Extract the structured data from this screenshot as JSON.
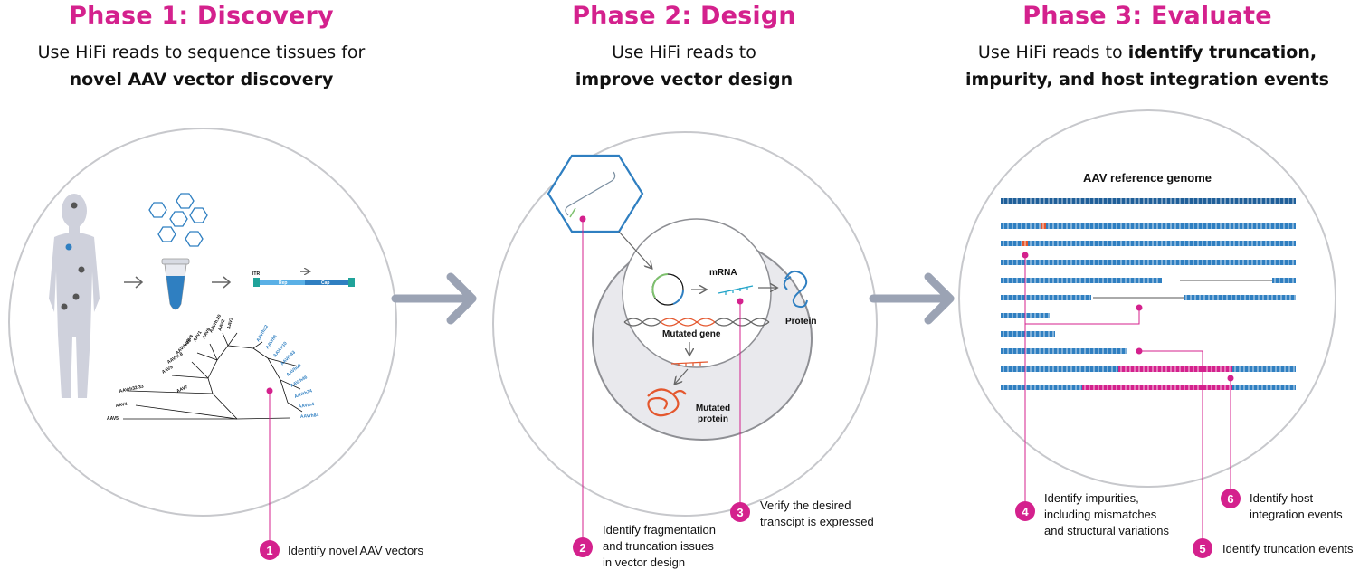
{
  "phases": [
    {
      "title": "Phase 1: Discovery",
      "subtitle_plain": "Use HiFi reads to sequence tissues for",
      "subtitle_bold": "novel AAV vector discovery",
      "steps": [
        {
          "number": "1",
          "text": "Identify novel AAV vectors"
        }
      ],
      "diagram": {
        "genome_labels": {
          "itr": "ITR",
          "rep": "Rep",
          "cap": "Cap"
        },
        "tree_labels_black": [
          "AAVrh32.33",
          "AAV4",
          "AAV5",
          "AAV9",
          "AAVrh.8",
          "AAV7",
          "AAVrh.10",
          "AAV8",
          "AAV1",
          "AAV6",
          "AAVrh.20",
          "AAV2",
          "AAV3"
        ],
        "tree_labels_blue": [
          "AAVrh32",
          "AAVrh6",
          "AAVrh10",
          "AAVrh43",
          "AAVhu8",
          "AAVrh46",
          "AAVrh74",
          "AAVrh4",
          "AAVrh84"
        ]
      }
    },
    {
      "title": "Phase 2: Design",
      "subtitle_plain": "Use HiFi reads to",
      "subtitle_bold": "improve vector design",
      "steps": [
        {
          "number": "2",
          "text_lines": [
            "Identify fragmentation",
            "and truncation issues",
            "in vector design"
          ]
        },
        {
          "number": "3",
          "text_lines": [
            "Verify the desired",
            "transcipt is expressed"
          ]
        }
      ],
      "diagram": {
        "mrna_label": "mRNA",
        "protein_label": "Protein",
        "mutated_gene_label": "Mutated gene",
        "mutated_protein_lines": [
          "Mutated",
          "protein"
        ]
      }
    },
    {
      "title": "Phase 3: Evaluate",
      "subtitle_plain": "Use HiFi reads to",
      "subtitle_bold_1": "identify truncation,",
      "subtitle_bold_2": "impurity, and host integration events",
      "steps": [
        {
          "number": "4",
          "text_lines": [
            "Identify impurities,",
            "including mismatches",
            "and structural variations"
          ]
        },
        {
          "number": "5",
          "text_lines": [
            "Identify truncation events"
          ]
        },
        {
          "number": "6",
          "text_lines": [
            "Identify host",
            "integration events"
          ]
        }
      ],
      "diagram": {
        "reference_label": "AAV reference genome"
      }
    }
  ],
  "colors": {
    "accent": "#d4218d",
    "blue": "#2f7fc1",
    "orange": "#e4572e",
    "circle": "#e9e9ed",
    "arrow": "#9ba3b4"
  }
}
